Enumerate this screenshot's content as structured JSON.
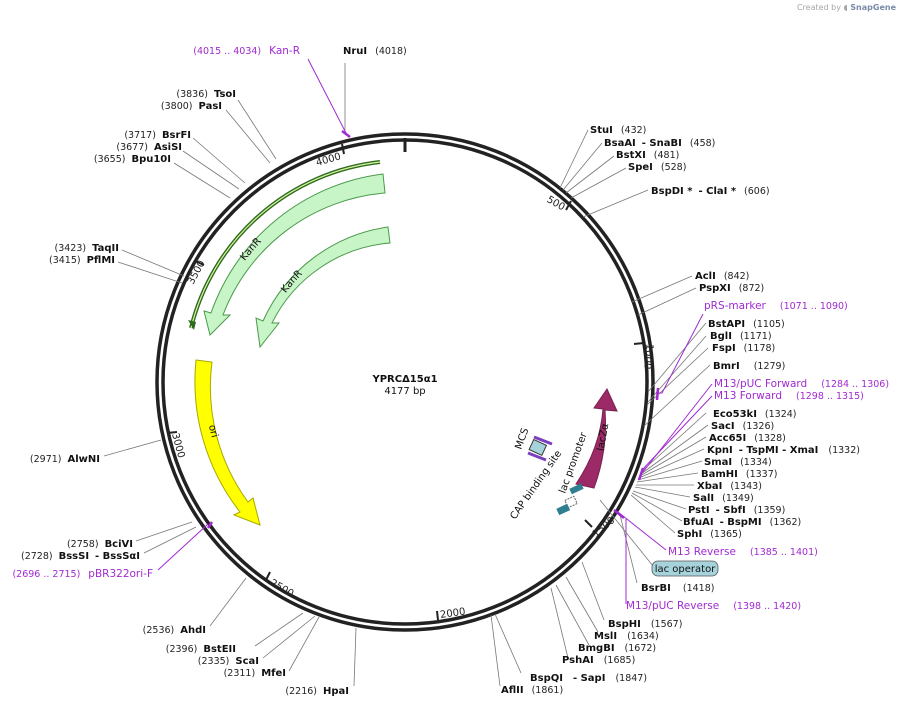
{
  "credit": {
    "prefix": "Created by",
    "brand": "SnapGene"
  },
  "map": {
    "name": "YPRCΔ15α1",
    "size_label": "4177 bp",
    "total_bp": 4177,
    "colors": {
      "backbone": "#222222",
      "enzyme_line": "#777777",
      "feature_line": "#a12ad1",
      "label": "#111111"
    },
    "ticks": [
      500,
      1000,
      1500,
      2000,
      2500,
      3000,
      3500,
      4000
    ],
    "enzymes": [
      {
        "name": "NruI",
        "pos": "(4018)"
      },
      {
        "name": "TsoI",
        "pos": "(3836)"
      },
      {
        "name": "PasI",
        "pos": "(3800)"
      },
      {
        "name": "BsrFI",
        "pos": "(3717)"
      },
      {
        "name": "AsiSI",
        "pos": "(3677)"
      },
      {
        "name": "Bpu10I",
        "pos": "(3655)"
      },
      {
        "name": "TaqII",
        "pos": "(3423)"
      },
      {
        "name": "PflMI",
        "pos": "(3415)"
      },
      {
        "name": "AlwNI",
        "pos": "(2971)"
      },
      {
        "name": "BciVI",
        "pos": "(2758)"
      },
      {
        "name": "BssSI",
        "pos": "(2728)",
        "extra": "- BssSαI"
      },
      {
        "name": "AhdI",
        "pos": "(2536)"
      },
      {
        "name": "BstEII",
        "pos": "(2396)"
      },
      {
        "name": "ScaI",
        "pos": "(2335)"
      },
      {
        "name": "MfeI",
        "pos": "(2311)"
      },
      {
        "name": "HpaI",
        "pos": "(2216)"
      },
      {
        "name": "StuI",
        "pos": "(432)"
      },
      {
        "name": "BsaAI",
        "pos": "(458)",
        "extra": "- SnaBI"
      },
      {
        "name": "BstXI",
        "pos": "(481)"
      },
      {
        "name": "SpeI",
        "pos": "(528)"
      },
      {
        "name": "BspDI *",
        "pos": "(606)",
        "extra": "- ClaI *"
      },
      {
        "name": "AclI",
        "pos": "(842)"
      },
      {
        "name": "PspXI",
        "pos": "(872)"
      },
      {
        "name": "BstAPI",
        "pos": "(1105)"
      },
      {
        "name": "BglI",
        "pos": "(1171)"
      },
      {
        "name": "FspI",
        "pos": "(1178)"
      },
      {
        "name": "BmrI",
        "pos": "(1279)"
      },
      {
        "name": "Eco53kI",
        "pos": "(1324)"
      },
      {
        "name": "SacI",
        "pos": "(1326)"
      },
      {
        "name": "Acc65I",
        "pos": "(1328)"
      },
      {
        "name": "KpnI",
        "pos": "(1332)",
        "extra": "- TspMI - XmaI"
      },
      {
        "name": "SmaI",
        "pos": "(1334)"
      },
      {
        "name": "BamHI",
        "pos": "(1337)"
      },
      {
        "name": "XbaI",
        "pos": "(1343)"
      },
      {
        "name": "SalI",
        "pos": "(1349)"
      },
      {
        "name": "PstI",
        "pos": "(1359)",
        "extra": "- SbfI"
      },
      {
        "name": "BfuAI",
        "pos": "(1362)",
        "extra": "- BspMI"
      },
      {
        "name": "SphI",
        "pos": "(1365)"
      },
      {
        "name": "BsrBI",
        "pos": "(1418)"
      },
      {
        "name": "BspHI",
        "pos": "(1567)"
      },
      {
        "name": "MslI",
        "pos": "(1634)"
      },
      {
        "name": "BmgBI",
        "pos": "(1672)"
      },
      {
        "name": "PshAI",
        "pos": "(1685)"
      },
      {
        "name": "BspQI",
        "pos": "(1847)",
        "extra": "- SapI"
      },
      {
        "name": "AflII",
        "pos": "(1861)"
      }
    ],
    "features": [
      {
        "name": "Kan-R",
        "pos": "(4015 .. 4034)"
      },
      {
        "name": "pBR322ori-F",
        "pos": "(2696 .. 2715)"
      },
      {
        "name": "pRS-marker",
        "pos": "(1071 .. 1090)"
      },
      {
        "name": "M13/pUC Forward",
        "pos": "(1284 .. 1306)"
      },
      {
        "name": "M13 Forward",
        "pos": "(1298 .. 1315)"
      },
      {
        "name": "M13 Reverse",
        "pos": "(1385 .. 1401)"
      },
      {
        "name": "M13/pUC Reverse",
        "pos": "(1398 .. 1420)"
      }
    ],
    "arrows": {
      "kanr_outer": "KanR",
      "kanr_inner": "KanR",
      "ori": "ori",
      "lacz": "lacZα"
    },
    "small_features": {
      "mcs": "MCS",
      "lac_promoter": "lac promoter",
      "cap": "CAP binding site",
      "lac_operator": "lac operator"
    },
    "feature_colors": {
      "kanr_fill": "#c8f5c8",
      "kanr_stroke": "#4a9a4a",
      "ori": "#ffff00",
      "lacz": "#9c2a66",
      "operator": "#a6d2dc",
      "promoter": "#2e7f8f"
    }
  }
}
